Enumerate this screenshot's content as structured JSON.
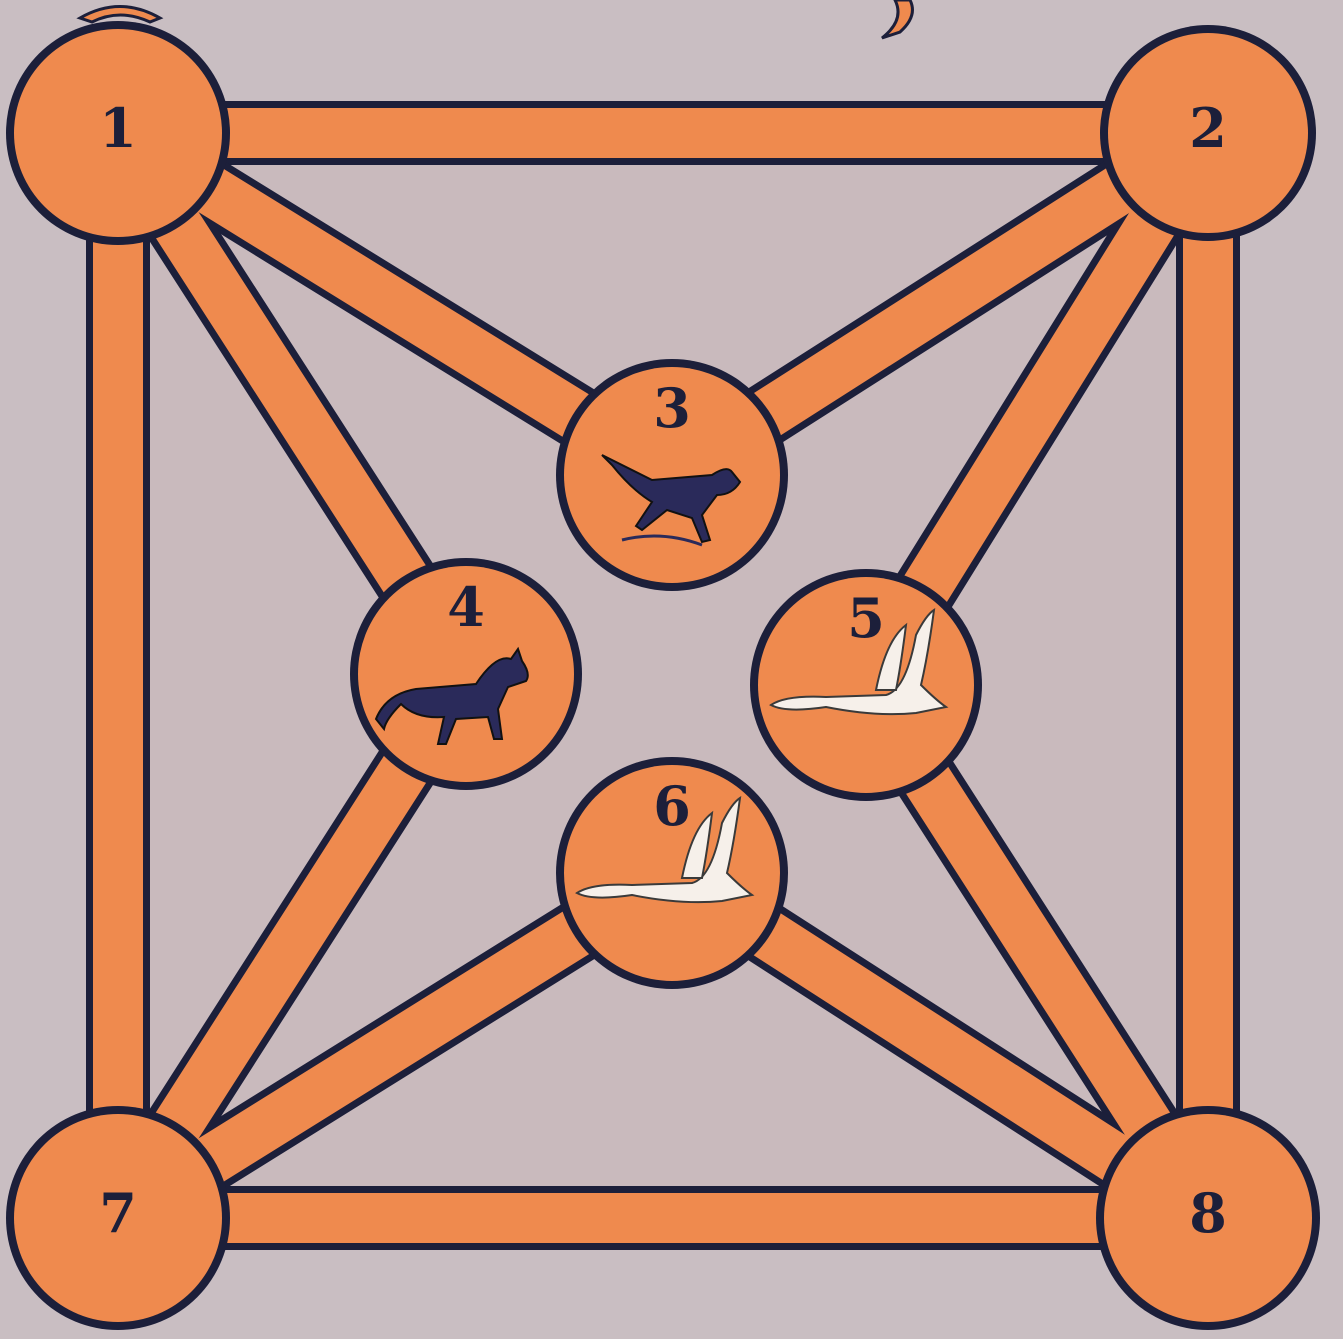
{
  "board": {
    "colors": {
      "background": "#c9bec2",
      "track": "#ef8a4e",
      "outline": "#1c1f3a",
      "inner": "#c8b4b4",
      "number": "#1c1f3a",
      "fox": "#2a2a5a",
      "goose": "#f6f0ea"
    },
    "nodes": [
      {
        "id": 1,
        "label": "1",
        "piece": null
      },
      {
        "id": 2,
        "label": "2",
        "piece": null
      },
      {
        "id": 3,
        "label": "3",
        "piece": "fox-leaping"
      },
      {
        "id": 4,
        "label": "4",
        "piece": "fox-walking"
      },
      {
        "id": 5,
        "label": "5",
        "piece": "goose-flying"
      },
      {
        "id": 6,
        "label": "6",
        "piece": "goose-flying"
      },
      {
        "id": 7,
        "label": "7",
        "piece": null
      },
      {
        "id": 8,
        "label": "8",
        "piece": null
      }
    ],
    "connections": [
      [
        1,
        2
      ],
      [
        2,
        8
      ],
      [
        8,
        7
      ],
      [
        7,
        1
      ],
      [
        1,
        3
      ],
      [
        3,
        2
      ],
      [
        1,
        4
      ],
      [
        4,
        7
      ],
      [
        2,
        5
      ],
      [
        5,
        8
      ],
      [
        7,
        6
      ],
      [
        6,
        8
      ]
    ]
  }
}
